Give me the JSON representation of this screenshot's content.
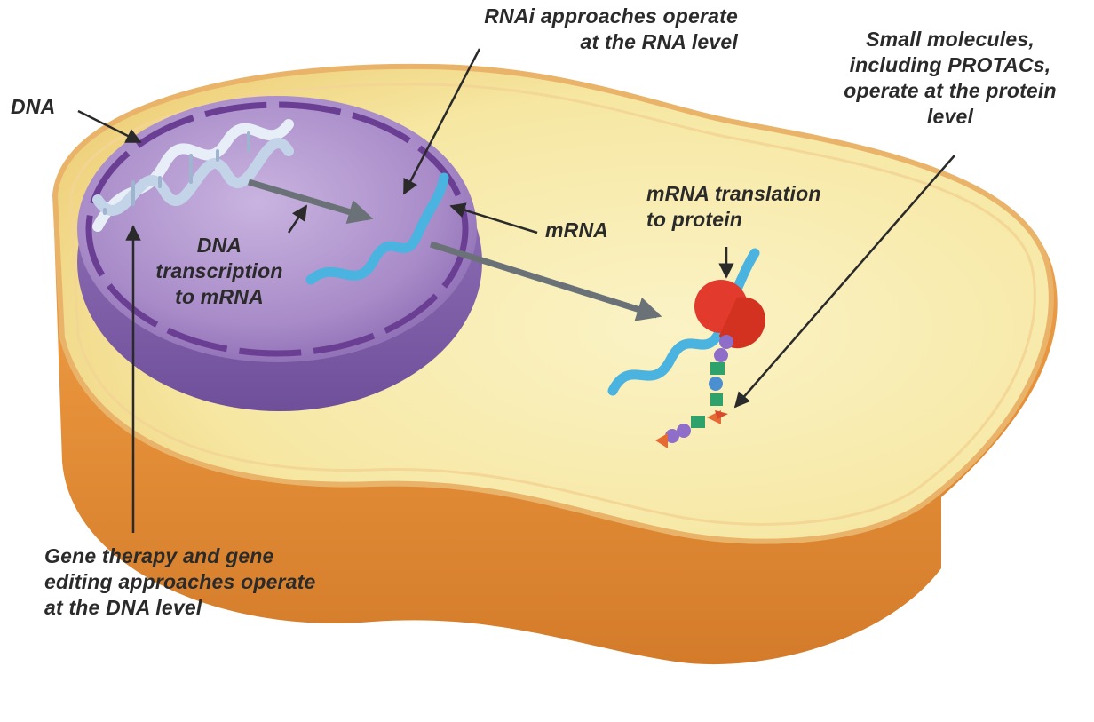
{
  "labels": {
    "dna": "DNA",
    "rnai": "RNAi approaches operate\nat the RNA level",
    "small_molecules": "Small molecules,\nincluding PROTACs,\noperate at the protein\nlevel",
    "transcription": "DNA\ntranscription\nto mRNA",
    "mrna": "mRNA",
    "translation": "mRNA translation\nto protein",
    "gene_therapy": "Gene therapy and gene\nediting approaches  operate\nat the DNA level"
  },
  "colors": {
    "cytoplasm": "#f7e9a6",
    "membrane": "#f0c98a",
    "cell_wall_side": "#e59a45",
    "nucleus": "#a98bc9",
    "nucleus_envelope": "#6a3f93",
    "dna": "#d8e4f2",
    "mrna": "#4bb3df",
    "ribosome": "#e23a2c",
    "arrow": "#6a7278",
    "text": "#2a2a2a"
  }
}
